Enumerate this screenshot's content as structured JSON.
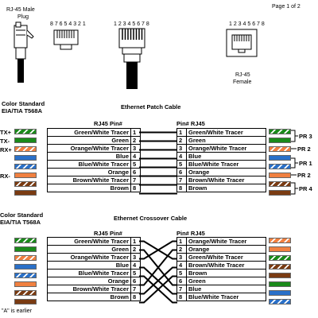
{
  "page_label": "Page 1 of 2",
  "plug_label": [
    "RJ-45 Male",
    "Plug"
  ],
  "pin_numbers_reverse": "8 7 6 5 4 3 2 1",
  "pin_numbers_forward": "1 2 3 4 5 6 7 8",
  "jack_pin_numbers": "1 2 3 4 5 6 7 8",
  "jack_label": [
    "RJ-45",
    "Female"
  ],
  "colors": {
    "green": "#1a8a1a",
    "orange": "#f08040",
    "blue": "#2a70c8",
    "brown": "#7a3b12",
    "white": "#ffffff"
  },
  "patch": {
    "standard": [
      "Color  Standard",
      "EIA/TIA T568A"
    ],
    "title": "Ethernet Patch Cable",
    "left_header": "RJ45  Pin#",
    "right_header": "Pin#  RJ45",
    "signals": [
      "TX+",
      "TX-",
      "RX+",
      "RX-"
    ],
    "left_rows": [
      {
        "label": "Green/White Tracer",
        "pin": "1"
      },
      {
        "label": "Green",
        "pin": "2"
      },
      {
        "label": "Orange/White Tracer",
        "pin": "3"
      },
      {
        "label": "Blue",
        "pin": "4"
      },
      {
        "label": "Blue/White Tracer",
        "pin": "5"
      },
      {
        "label": "Orange",
        "pin": "6"
      },
      {
        "label": "Brown/White Tracer",
        "pin": "7"
      },
      {
        "label": "Brown",
        "pin": "8"
      }
    ],
    "right_rows": [
      {
        "label": "Green/White Tracer",
        "pin": "1"
      },
      {
        "label": "Green",
        "pin": "2"
      },
      {
        "label": "Orange/White Tracer",
        "pin": "3"
      },
      {
        "label": "Blue",
        "pin": "4"
      },
      {
        "label": "Blue/White Tracer",
        "pin": "5"
      },
      {
        "label": "Orange",
        "pin": "6"
      },
      {
        "label": "Brown/White Tracer",
        "pin": "7"
      },
      {
        "label": "Brown",
        "pin": "8"
      }
    ],
    "pairs": [
      "PR 3",
      "PR 2",
      "PR 1",
      "PR 2",
      "PR 4"
    ]
  },
  "crossover": {
    "standard": [
      "Color  Standard",
      "EIA/TIA T568A"
    ],
    "title": "Ethernet Crossover Cable",
    "left_header": "RJ45  Pin#",
    "right_header": "Pin#  RJ45",
    "left_rows": [
      {
        "label": "Green/White Tracer",
        "pin": "1"
      },
      {
        "label": "Green",
        "pin": "2"
      },
      {
        "label": "Orange/White Tracer",
        "pin": "3"
      },
      {
        "label": "Blue",
        "pin": "4"
      },
      {
        "label": "Blue/White Tracer",
        "pin": "5"
      },
      {
        "label": "Orange",
        "pin": "6"
      },
      {
        "label": "Brown/White Tracer",
        "pin": "7"
      },
      {
        "label": "Brown",
        "pin": "8"
      }
    ],
    "right_rows": [
      {
        "label": "Orange/White Tracer",
        "pin": "1"
      },
      {
        "label": "Orange",
        "pin": "2"
      },
      {
        "label": "Green/White Tracer",
        "pin": "3"
      },
      {
        "label": "Brown/White Tracer",
        "pin": "4"
      },
      {
        "label": "Brown",
        "pin": "5"
      },
      {
        "label": "Green",
        "pin": "6"
      },
      {
        "label": "Blue",
        "pin": "7"
      },
      {
        "label": "Blue/White Tracer",
        "pin": "8"
      }
    ]
  },
  "footnote": "\"A\" is earlier"
}
